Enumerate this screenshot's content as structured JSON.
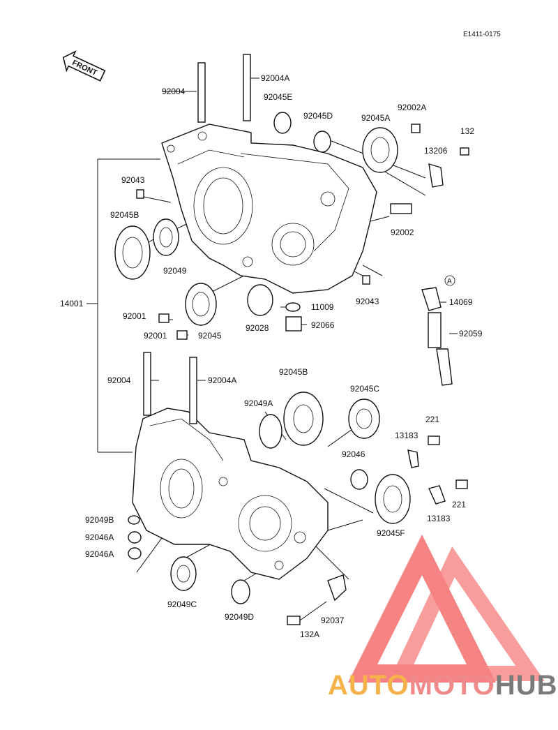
{
  "diagram_code": "E1411-0175",
  "front_label": "FRONT",
  "callout_ref": "A",
  "labels": [
    {
      "id": "l-92004-top",
      "text": "92004"
    },
    {
      "id": "l-92004A-top",
      "text": "92004A"
    },
    {
      "id": "l-92045E",
      "text": "92045E"
    },
    {
      "id": "l-92045D",
      "text": "92045D"
    },
    {
      "id": "l-92045A",
      "text": "92045A"
    },
    {
      "id": "l-92002A",
      "text": "92002A"
    },
    {
      "id": "l-132-top",
      "text": "132"
    },
    {
      "id": "l-13206",
      "text": "13206"
    },
    {
      "id": "l-92043-left",
      "text": "92043"
    },
    {
      "id": "l-92045B-top",
      "text": "92045B"
    },
    {
      "id": "l-92049",
      "text": "92049"
    },
    {
      "id": "l-92002",
      "text": "92002"
    },
    {
      "id": "l-14001",
      "text": "14001"
    },
    {
      "id": "l-92001-a",
      "text": "92001"
    },
    {
      "id": "l-92001-b",
      "text": "92001"
    },
    {
      "id": "l-92045",
      "text": "92045"
    },
    {
      "id": "l-92028",
      "text": "92028"
    },
    {
      "id": "l-11009",
      "text": "11009"
    },
    {
      "id": "l-92066",
      "text": "92066"
    },
    {
      "id": "l-92043-right",
      "text": "92043"
    },
    {
      "id": "l-14069",
      "text": "14069"
    },
    {
      "id": "l-92059",
      "text": "92059"
    },
    {
      "id": "l-92004-bot",
      "text": "92004"
    },
    {
      "id": "l-92004A-bot",
      "text": "92004A"
    },
    {
      "id": "l-92045B-bot",
      "text": "92045B"
    },
    {
      "id": "l-92049A",
      "text": "92049A"
    },
    {
      "id": "l-92045C",
      "text": "92045C"
    },
    {
      "id": "l-221-a",
      "text": "221"
    },
    {
      "id": "l-13183-a",
      "text": "13183"
    },
    {
      "id": "l-92046",
      "text": "92046"
    },
    {
      "id": "l-221-b",
      "text": "221"
    },
    {
      "id": "l-13183-b",
      "text": "13183"
    },
    {
      "id": "l-92045F",
      "text": "92045F"
    },
    {
      "id": "l-92049B",
      "text": "92049B"
    },
    {
      "id": "l-92046A-a",
      "text": "92046A"
    },
    {
      "id": "l-92046A-b",
      "text": "92046A"
    },
    {
      "id": "l-92049C",
      "text": "92049C"
    },
    {
      "id": "l-92049D",
      "text": "92049D"
    },
    {
      "id": "l-92037",
      "text": "92037"
    },
    {
      "id": "l-132A",
      "text": "132A"
    }
  ],
  "watermark": {
    "part1": "AUTO",
    "part2": "MOTO",
    "part3": "HUB",
    "color_orange": "#f6b24a",
    "color_red": "#f08a8a",
    "color_gray": "#7a7a7a",
    "triangle_color": "#f25a5a"
  }
}
